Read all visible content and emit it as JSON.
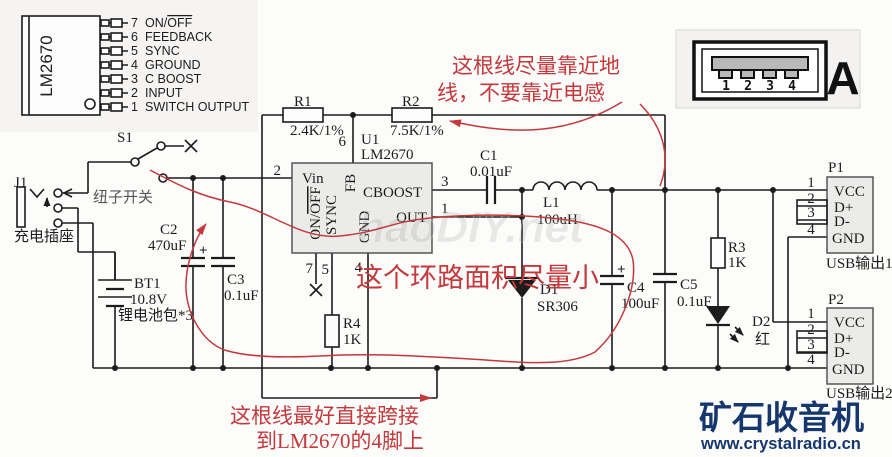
{
  "annotations": {
    "top_note_line1": "这根线尽量靠近地",
    "top_note_line2": "线，不要靠近电感",
    "loop_note": "这个环路面积尽量小",
    "bottom_note_line1": "这根线最好直接跨接",
    "bottom_note_line2": "到LM2670的4脚上"
  },
  "watermark": "haoDIY.net",
  "logo": {
    "title": "矿石收音机",
    "url": "www.crystalradio.cn"
  },
  "usb_badge": {
    "pin_numbers": [
      "1",
      "2",
      "3",
      "4"
    ],
    "type_label": "A"
  },
  "pinout": {
    "chip": "LM2670",
    "pins": [
      {
        "num": "7",
        "label_pre": "ON/",
        "label_over": "OFF"
      },
      {
        "num": "6",
        "label": "FEEDBACK"
      },
      {
        "num": "5",
        "label": "SYNC"
      },
      {
        "num": "4",
        "label": "GROUND"
      },
      {
        "num": "3",
        "label": "C BOOST"
      },
      {
        "num": "2",
        "label": "INPUT"
      },
      {
        "num": "1",
        "label": "SWITCH OUTPUT"
      }
    ]
  },
  "components": {
    "j1": {
      "ref": "J1",
      "label": "充电插座"
    },
    "s1": {
      "ref": "S1",
      "label": "纽子开关"
    },
    "bt1": {
      "ref": "BT1",
      "voltage": "10.8V",
      "label": "锂电池包*3"
    },
    "c2": {
      "ref": "C2",
      "value": "470uF",
      "polarity": "+"
    },
    "c3": {
      "ref": "C3",
      "value": "0.1uF"
    },
    "r1": {
      "ref": "R1",
      "value": "2.4K/1%"
    },
    "r2": {
      "ref": "R2",
      "value": "7.5K/1%"
    },
    "u1": {
      "ref": "U1",
      "part": "LM2670",
      "vin": "Vin",
      "fb": "FB",
      "cboost": "CBOOST",
      "out": "OUT",
      "onoff_pre": "ON/",
      "onoff_over": "OFF",
      "sync": "SYNC",
      "gnd": "GND",
      "vin_num": "2",
      "fb_num": "6",
      "cboost_num": "3",
      "out_num": "1",
      "onoff_num": "7",
      "sync_num": "5",
      "gnd_num": "4"
    },
    "c1": {
      "ref": "C1",
      "value": "0.01uF"
    },
    "l1": {
      "ref": "L1",
      "value": "100uH"
    },
    "d1": {
      "ref": "D1",
      "value": "SR306"
    },
    "r4": {
      "ref": "R4",
      "value": "1K"
    },
    "c4": {
      "ref": "C4",
      "value": "100uF",
      "polarity": "+"
    },
    "c5": {
      "ref": "C5",
      "value": "0.1uF"
    },
    "r3": {
      "ref": "R3",
      "value": "1K"
    },
    "d2": {
      "ref": "D2",
      "label": "红"
    },
    "p1": {
      "ref": "P1",
      "pin_nums": [
        "1",
        "2",
        "3",
        "4"
      ],
      "pin_names": [
        "VCC",
        "D+",
        "D-",
        "GND"
      ],
      "label": "USB输出1"
    },
    "p2": {
      "ref": "P2",
      "pin_nums": [
        "1",
        "2",
        "3",
        "4"
      ],
      "pin_names": [
        "VCC",
        "D+",
        "D-",
        "GND"
      ],
      "label": "USB输出2"
    }
  }
}
